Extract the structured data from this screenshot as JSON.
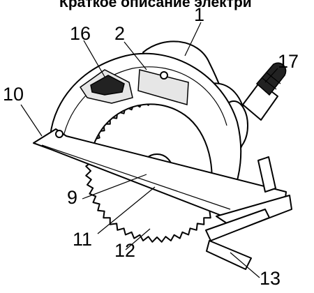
{
  "title": "Краткое описание электри",
  "callouts": {
    "c1": "1",
    "c2": "2",
    "c9": "9",
    "c10": "10",
    "c11": "11",
    "c12": "12",
    "c13": "13",
    "c16": "16",
    "c17": "17"
  }
}
